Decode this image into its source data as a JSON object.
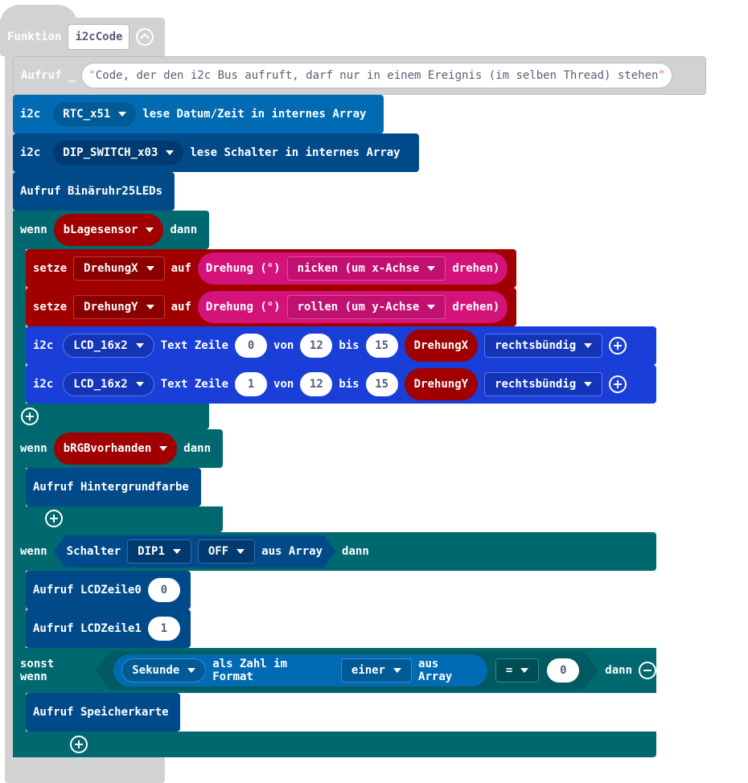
{
  "function_block": {
    "label": "Funktion",
    "name": "i2cCode"
  },
  "call_comment": {
    "label": "Aufruf _",
    "quote_open": "\"",
    "text": "Code, der den i2c Bus aufruft, darf nur in einem Ereignis (im selben Thread) stehen",
    "quote_close": "\""
  },
  "i2c_rtc": {
    "prefix": "i2c",
    "device": "RTC_x51",
    "suffix": "lese Datum/Zeit in internes Array"
  },
  "i2c_dip": {
    "prefix": "i2c",
    "device": "DIP_SWITCH_x03",
    "suffix": "lese Schalter in internes Array"
  },
  "call_binaer": {
    "label": "Aufruf Binäruhr25LEDs"
  },
  "if1": {
    "wenn": "wenn",
    "var": "bLagesensor",
    "dann": "dann",
    "set_rows": [
      {
        "setze": "setze",
        "var": "DrehungX",
        "auf": "auf",
        "drehung": "Drehung (°)",
        "axis": "nicken (um x-Achse",
        "drehen": "drehen)"
      },
      {
        "setze": "setze",
        "var": "DrehungY",
        "auf": "auf",
        "drehung": "Drehung (°)",
        "axis": "rollen (um y-Achse",
        "drehen": "drehen)"
      }
    ],
    "lcd_rows": [
      {
        "prefix": "i2c",
        "device": "LCD_16x2",
        "text": "Text Zeile",
        "row": "0",
        "von": "von",
        "from": "12",
        "bis": "bis",
        "to": "15",
        "var": "DrehungX",
        "align": "rechtsbündig"
      },
      {
        "prefix": "i2c",
        "device": "LCD_16x2",
        "text": "Text Zeile",
        "row": "1",
        "von": "von",
        "from": "12",
        "bis": "bis",
        "to": "15",
        "var": "DrehungY",
        "align": "rechtsbündig"
      }
    ]
  },
  "if2": {
    "wenn": "wenn",
    "var": "bRGBvorhanden",
    "dann": "dann",
    "call": "Aufruf Hintergrundfarbe"
  },
  "if3": {
    "wenn": "wenn",
    "schalter": "Schalter",
    "dip": "DIP1",
    "state": "OFF",
    "aus_array": "aus Array",
    "dann": "dann",
    "call0": "Aufruf LCDZeile0",
    "call0_arg": "0",
    "call1": "Aufruf LCDZeile1",
    "call1_arg": "1",
    "sonst_wenn": "sonst wenn",
    "unit": "Sekunde",
    "als_zahl": "als Zahl im Format",
    "format": "einer",
    "aus_array2": "aus Array",
    "op": "=",
    "compare": "0",
    "dann2": "dann",
    "call2": "Aufruf Speicherkarte"
  },
  "colors": {
    "function": "#d2d2d2",
    "i2c_blue": "#006bb3",
    "i2c_dark": "#004a8a",
    "logic": "#006970",
    "variable": "#a00000",
    "math_pink": "#d4137a",
    "lcd_blue": "#1a3fd9"
  }
}
